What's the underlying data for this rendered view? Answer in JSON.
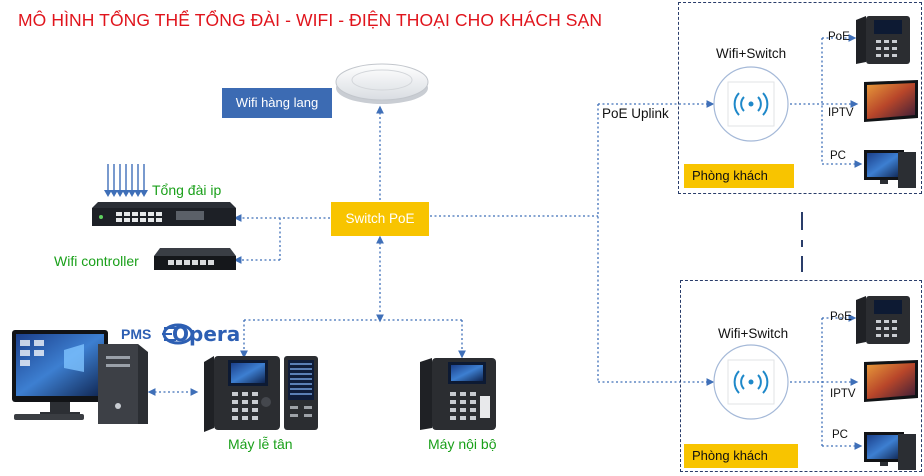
{
  "title": "MÔ HÌNH TỔNG THỂ TỔNG ĐÀI - WIFI - ĐIỆN THOẠI CHO KHÁCH SẠN",
  "colors": {
    "title": "#e0141c",
    "green_label": "#1aa01a",
    "blue_box": "#3c6bb3",
    "switch_box": "#f8c400",
    "room_label_box": "#f8c400",
    "link": "#3f6fb8",
    "room_border": "#2a3d6a"
  },
  "nodes": {
    "wifi_ap": {
      "label": "Wifi hàng lang",
      "icon": "ceiling-access-point-icon"
    },
    "switch": {
      "label": "Switch PoE",
      "icon": "switch-box"
    },
    "pbx": {
      "label": "Tổng đài ip",
      "icon": "ip-pbx-icon"
    },
    "wifi_controller": {
      "label": "Wifi controller",
      "icon": "router-icon"
    },
    "pms": {
      "label": "PMS",
      "brand": "Opera",
      "icon": "desktop-pc-icon"
    },
    "reception_phone": {
      "label": "Máy lễ tân",
      "icon": "ip-phone-with-expansion-icon"
    },
    "internal_phone": {
      "label": "Máy nội bộ",
      "icon": "ip-phone-icon"
    },
    "uplink": {
      "label": "PoE Uplink"
    }
  },
  "rooms": [
    {
      "label": "Phòng khách",
      "hub_label": "Wifi+Switch",
      "hub_icon": "wifi-icon",
      "devices": [
        {
          "label": "PoE",
          "icon": "ip-phone-icon"
        },
        {
          "label": "IPTV",
          "icon": "tv-icon"
        },
        {
          "label": "PC",
          "icon": "desktop-pc-icon"
        }
      ]
    },
    {
      "label": "Phòng khách",
      "hub_label": "Wifi+Switch",
      "hub_icon": "wifi-icon",
      "devices": [
        {
          "label": "PoE",
          "icon": "ip-phone-icon"
        },
        {
          "label": "IPTV",
          "icon": "tv-icon"
        },
        {
          "label": "PC",
          "icon": "desktop-pc-icon"
        }
      ]
    }
  ]
}
